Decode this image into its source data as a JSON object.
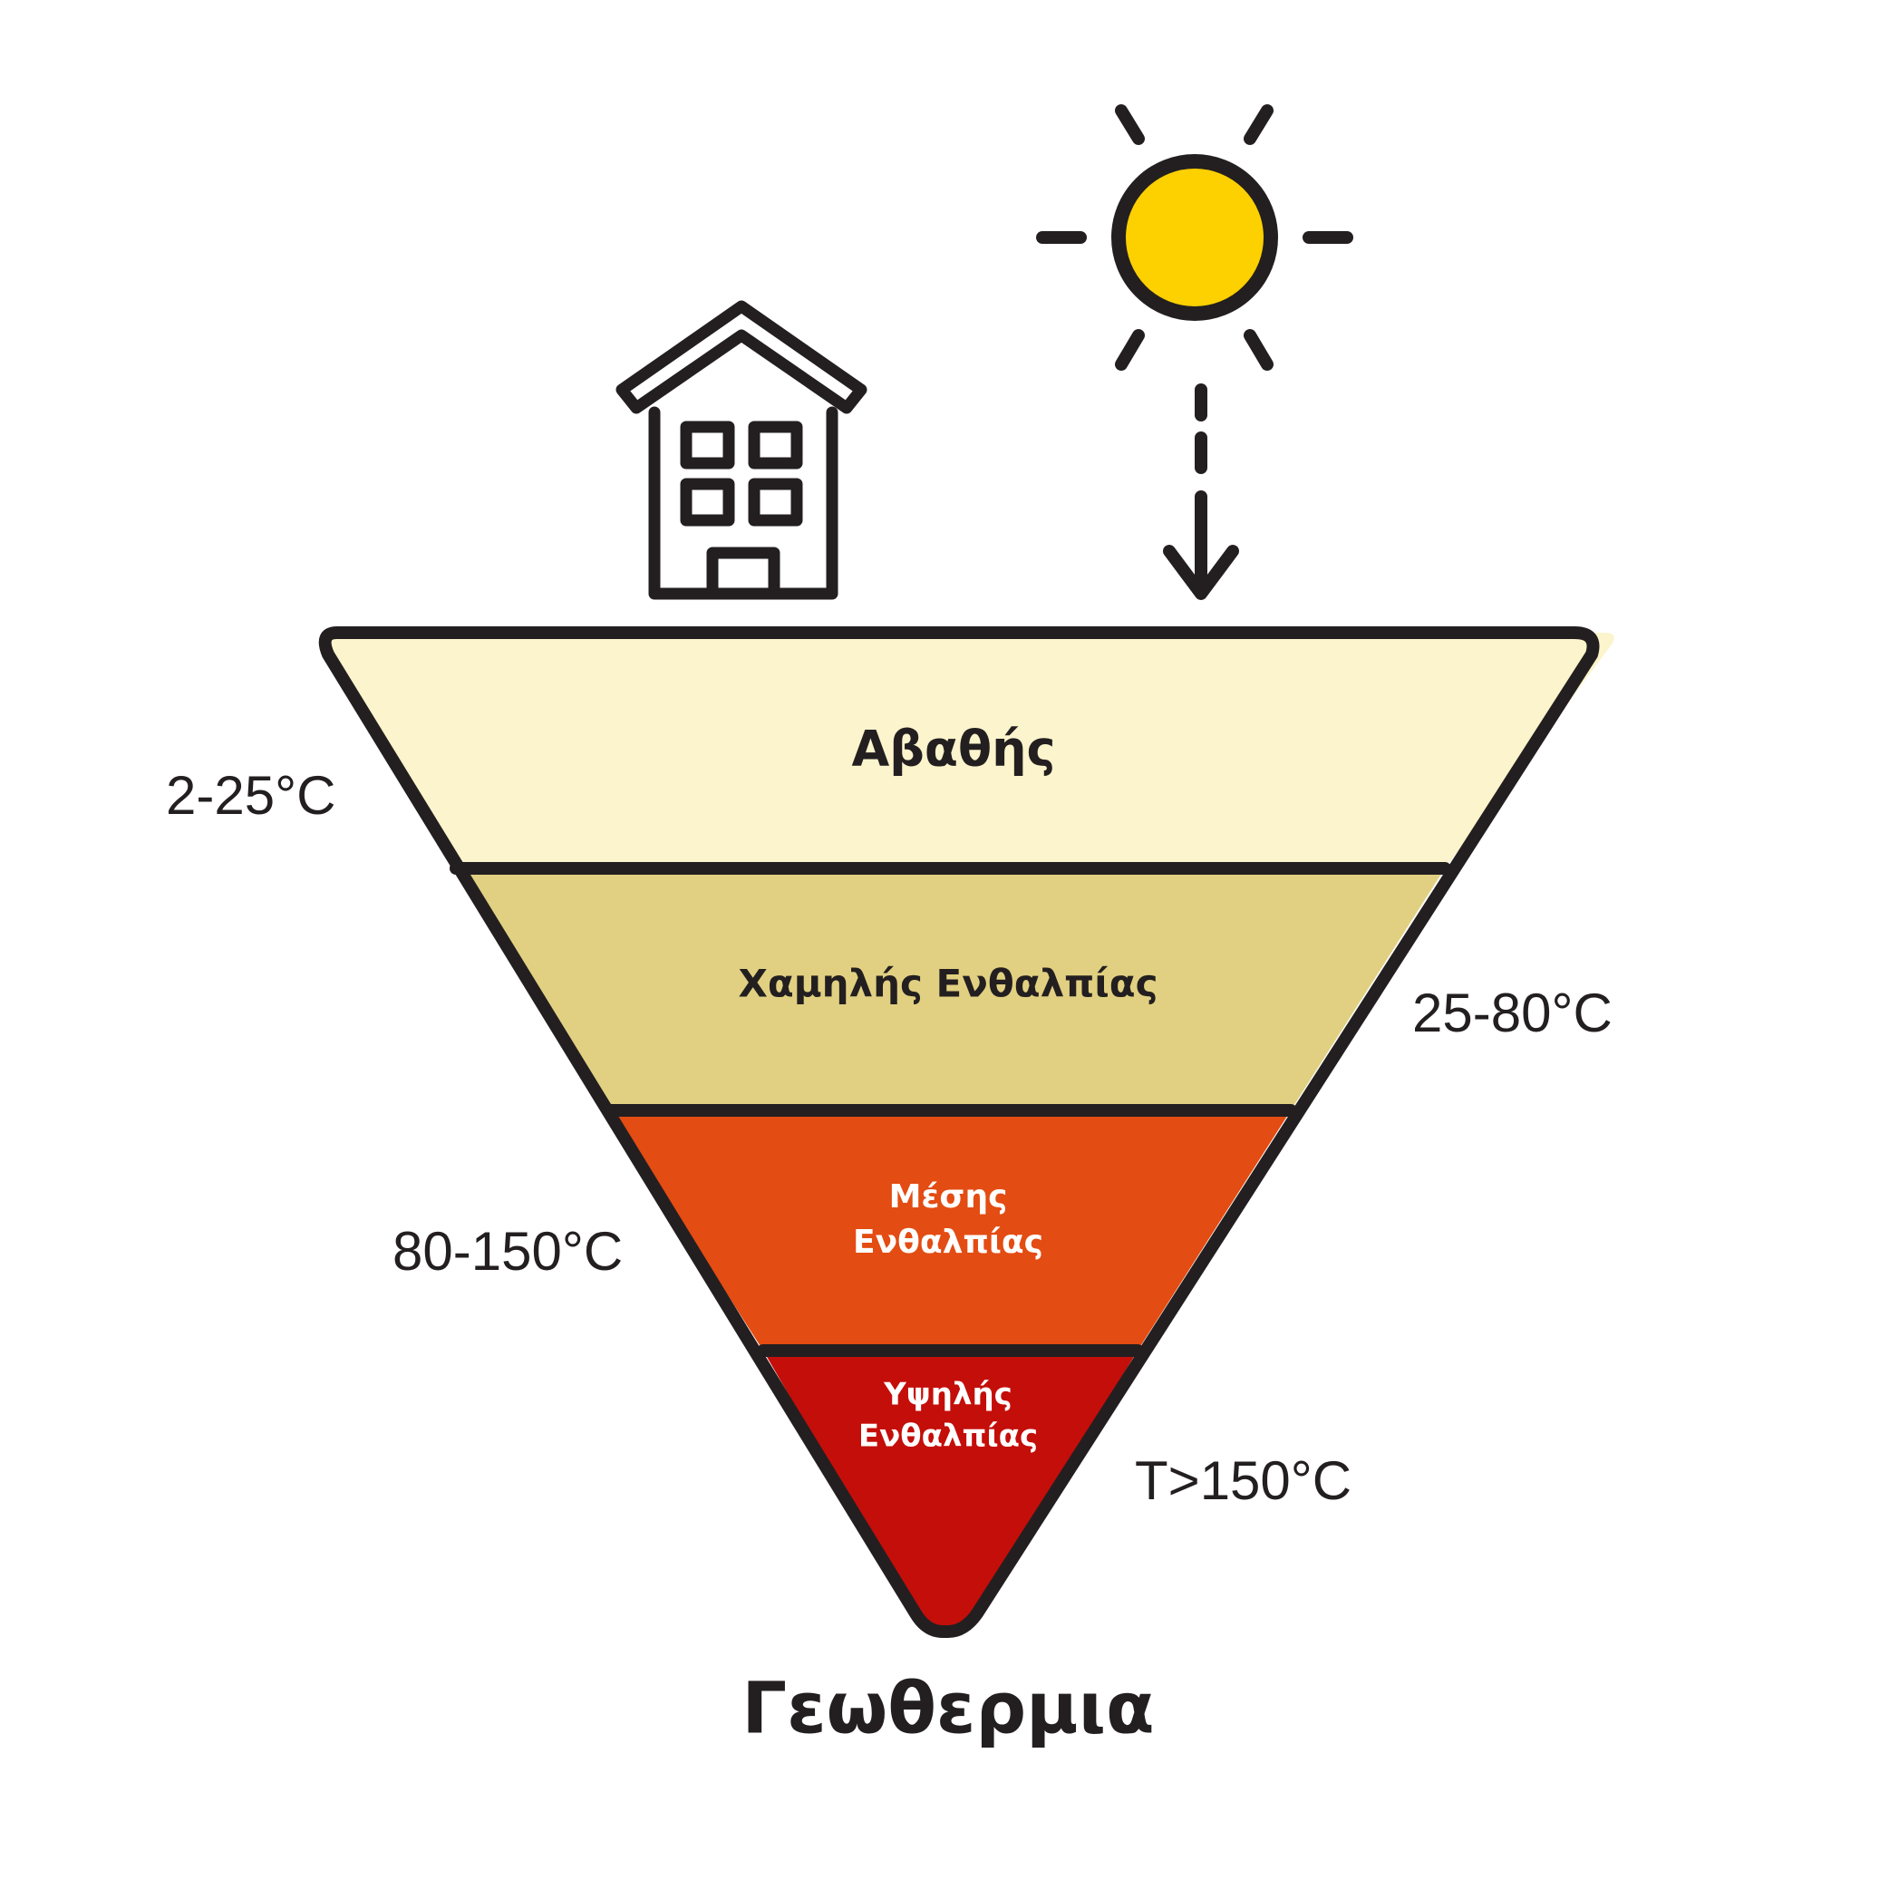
{
  "title": "Γεωθερμια",
  "layers": [
    {
      "name": "Αβαθής",
      "color": "#fbf4cc",
      "text_color": "#231f20"
    },
    {
      "name": "Χαμηλής Ενθαλπίας",
      "color": "#e1d081",
      "text_color": "#231f20"
    },
    {
      "name_lines": [
        "Μέσης",
        "Ενθαλπίας"
      ],
      "color": "#e34c12",
      "text_color": "#ffffff"
    },
    {
      "name_lines": [
        "Υψηλής",
        "Ενθαλπίας"
      ],
      "color": "#c40e0a",
      "text_color": "#ffffff"
    }
  ],
  "temperatures": [
    "2-25°C",
    "25-80°C",
    "80-150°C",
    "T>150°C"
  ],
  "icons": {
    "house": "house-icon",
    "sun": "sun-icon",
    "arrow": "dashed-down-arrow-icon"
  },
  "colors": {
    "outline": "#231f20",
    "sun": "#fdd000"
  }
}
